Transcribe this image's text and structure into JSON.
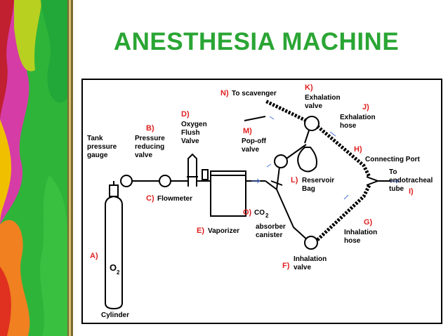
{
  "title": "ANESTHESIA MACHINE",
  "diagram": {
    "tank": {
      "letter": "A)",
      "label": "Cylinder",
      "gas": "O",
      "gas_sub": "2"
    },
    "tank_gauge": {
      "line1": "Tank",
      "line2": "pressure",
      "line3": "gauge"
    },
    "pressure_valve": {
      "letter": "B)",
      "line1": "Pressure",
      "line2": "reducing",
      "line3": "valve"
    },
    "flowmeter": {
      "letter": "C)",
      "label": "Flowmeter"
    },
    "flush_valve": {
      "letter": "D)",
      "line1": "Oxygen",
      "line2": "Flush",
      "line3": "Valve"
    },
    "vaporizer": {
      "letter": "E)",
      "label": "Vaporizer"
    },
    "inhalation_valve": {
      "letter": "F)",
      "line1": "Inhalation",
      "line2": "valve"
    },
    "inhalation_hose": {
      "letter": "G)",
      "line1": "Inhalation",
      "line2": "hose"
    },
    "connecting_port": {
      "letter": "H)",
      "label": "Connecting Port"
    },
    "endotracheal": {
      "letter": "I)",
      "line1": "To",
      "line2": "endotracheal",
      "line3": "tube"
    },
    "exhalation_hose": {
      "letter": "J)",
      "line1": "Exhalation",
      "line2": "hose"
    },
    "exhalation_valve": {
      "letter": "K)",
      "line1": "Exhalation",
      "line2": "valve"
    },
    "reservoir_bag": {
      "letter": "L)",
      "line1": "Reservoir",
      "line2": "Bag"
    },
    "popoff_valve": {
      "letter": "M)",
      "line1": "Pop-off",
      "line2": "valve"
    },
    "scavenger": {
      "letter": "N)",
      "label": "To scavenger"
    },
    "co2_absorber": {
      "letter": "O)",
      "label": "CO",
      "label_sub": "2",
      "line2": "absorber",
      "line3": "canister"
    }
  }
}
